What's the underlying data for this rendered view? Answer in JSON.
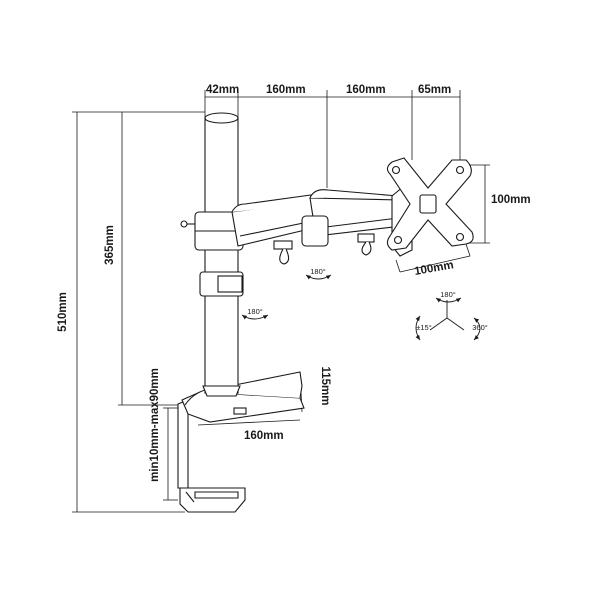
{
  "dimensions": {
    "pole_diameter": "42mm",
    "arm_1": "160mm",
    "arm_2": "160mm",
    "head_offset": "65mm",
    "vesa_height": "100mm",
    "vesa_width": "100mm",
    "total_height": "510mm",
    "clamp_to_arm": "365mm",
    "clamp_range": "min10mm-max90mm",
    "base_width": "160mm",
    "base_depth": "115mm"
  },
  "rotations": {
    "arm_joint": "180°",
    "pole_collar": "180°",
    "head_swivel": "180°",
    "tilt": "±15°",
    "rotate": "360°"
  },
  "colors": {
    "line": "#1a1a1a",
    "fill": "#ffffff"
  }
}
